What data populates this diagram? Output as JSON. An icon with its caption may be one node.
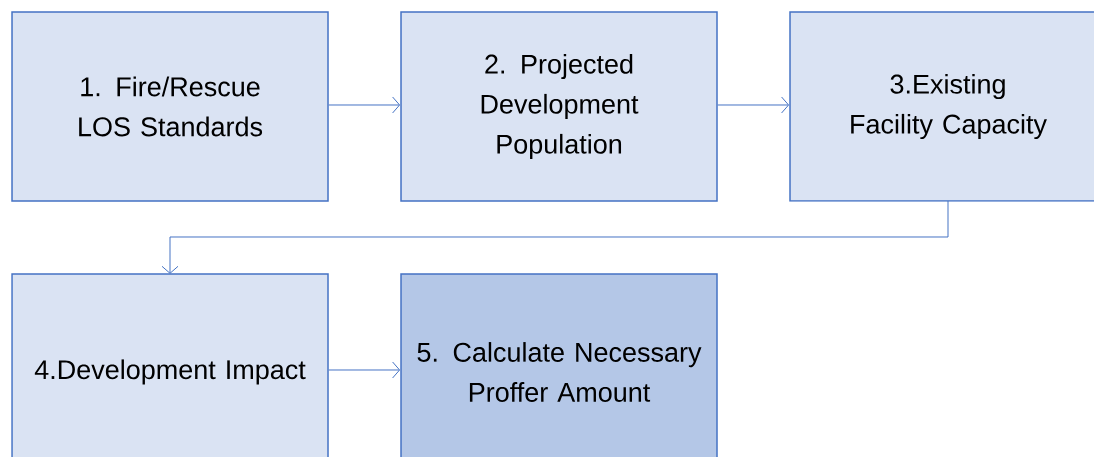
{
  "diagram": {
    "nodes": [
      {
        "text": [
          "1. Fire/Rescue LOS Standards"
        ]
      },
      {
        "text": [
          "2. Projected Development Population"
        ]
      },
      {
        "text": [
          "3.Existing Facility Capacity"
        ]
      },
      {
        "text": [
          "4.Development Impact"
        ]
      },
      {
        "text": [
          "5. Calculate Necessary Proffer Amount"
        ]
      }
    ],
    "edges": [
      {
        "from": 0,
        "to": 1,
        "arrow": "to"
      },
      {
        "from": 1,
        "to": 2,
        "arrow": "to"
      },
      {
        "from": 2,
        "to": 3,
        "arrow": "to"
      },
      {
        "from": 3,
        "to": 4,
        "arrow": "to"
      }
    ]
  }
}
